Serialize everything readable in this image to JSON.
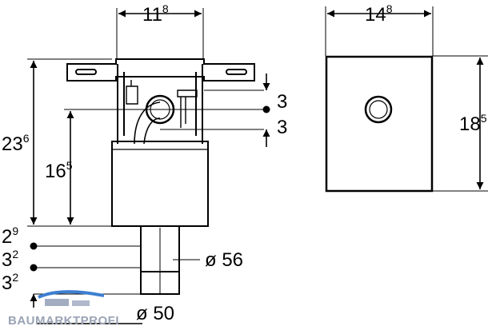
{
  "dimensions": {
    "top_width": {
      "main": "11",
      "sup": "8"
    },
    "panel_width": {
      "main": "14",
      "sup": "8"
    },
    "total_height": {
      "main": "23",
      "sup": "6"
    },
    "mid_height": {
      "main": "16",
      "sup": "5"
    },
    "panel_height": {
      "main": "18",
      "sup": "5"
    },
    "offset_a": "3",
    "offset_b": "3",
    "drop_1": {
      "main": "2",
      "sup": "9"
    },
    "drop_2": {
      "main": "3",
      "sup": "2"
    },
    "drop_3": {
      "main": "3",
      "sup": "2"
    },
    "diameter_outer": "ø 56",
    "diameter_inner": "ø 50"
  },
  "watermark": "BAUMARKTPROFI",
  "colors": {
    "line": "#000000",
    "panel": "#ffffff",
    "watermark": "#9aa3b5"
  }
}
